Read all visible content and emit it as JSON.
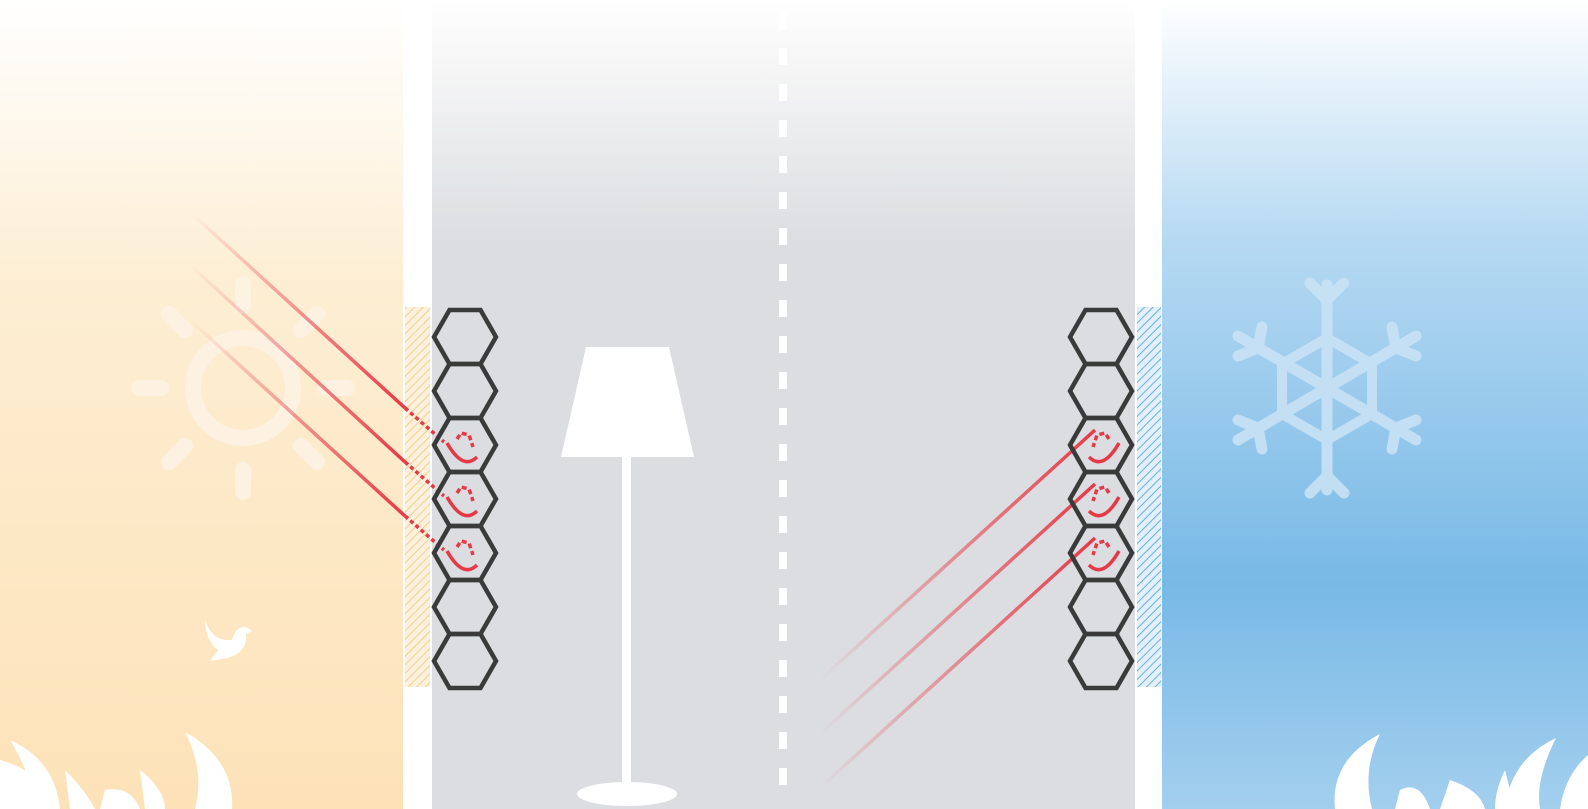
{
  "diagram": {
    "left_side": {
      "theme": "summer",
      "icons": [
        "sun-icon",
        "bird-icon",
        "grass-icon"
      ]
    },
    "right_side": {
      "theme": "winter",
      "icons": [
        "snowflake-icon",
        "grass-icon"
      ]
    },
    "interior": {
      "icons": [
        "floor-lamp-icon"
      ],
      "divider": "dashed-centerline"
    },
    "panel": {
      "cell_count": 7,
      "active_cells": [
        3,
        4,
        5
      ]
    },
    "colors": {
      "summer_top": "#ffffff",
      "summer_bottom": "#fde2b8",
      "winter_top": "#ffffff",
      "winter_mid": "#78b9e6",
      "interior_top": "#ffffff",
      "interior_bottom": "#dcdde0",
      "cell_stroke": "#3a3a3a",
      "heat_ray": "#e63946",
      "hatch_warm": "#f2cf8e",
      "hatch_cold": "#6aaee0"
    }
  }
}
